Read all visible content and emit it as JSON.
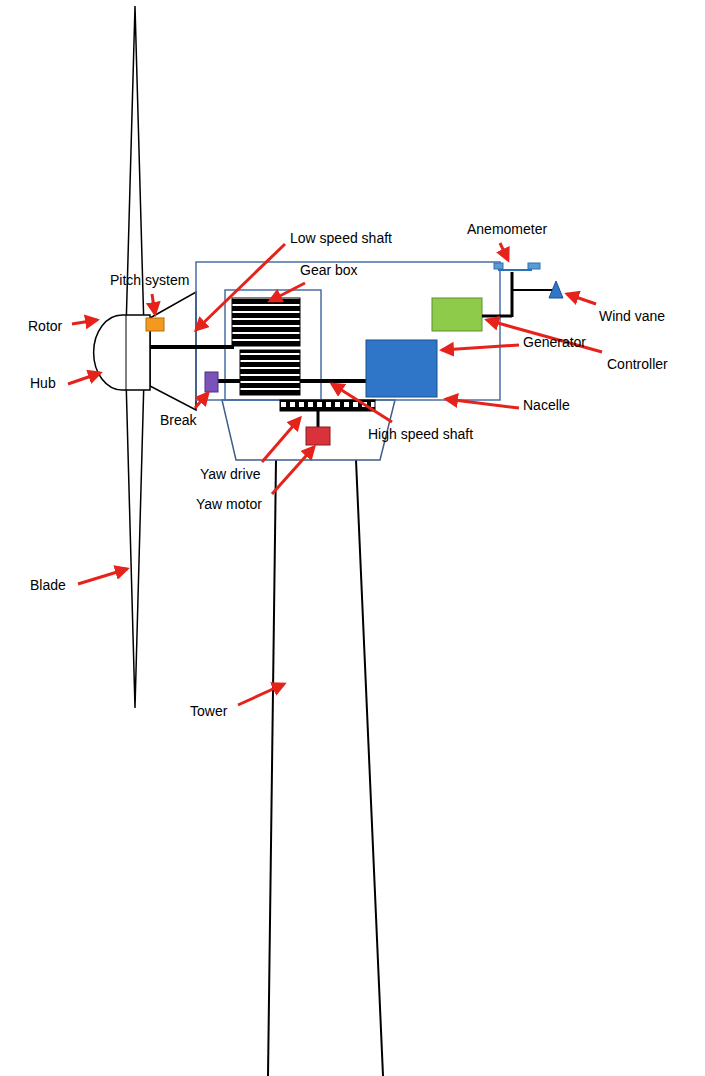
{
  "diagram": {
    "labels": [
      "Anemometer",
      "Pitch system",
      "Low speed shaft",
      "Gear box",
      "Wind vane",
      "Rotor",
      "Controller",
      "Generator",
      "Hub",
      "Break",
      "Nacelle",
      "High speed shaft",
      "Yaw drive",
      "Yaw motor",
      "Blade",
      "Tower"
    ]
  }
}
